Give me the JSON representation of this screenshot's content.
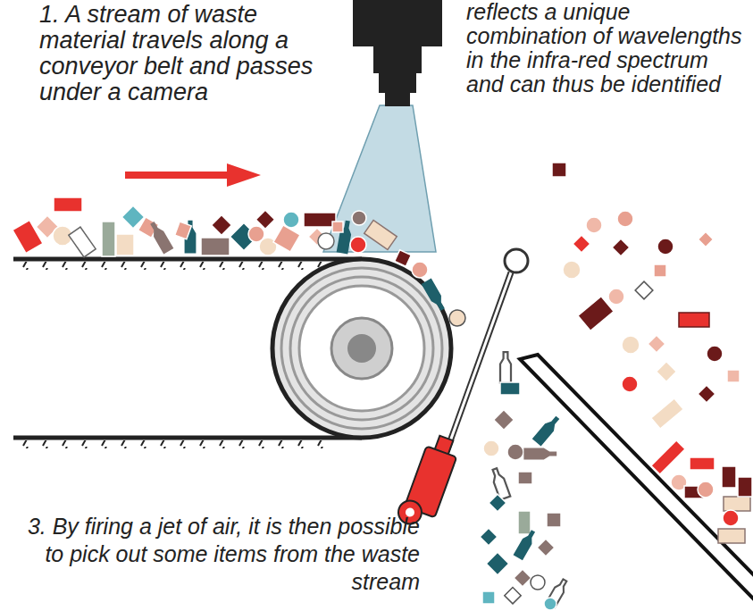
{
  "diagram": {
    "labels": [
      "1. A stream of waste material travels along a conveyor belt and passes under a camera",
      "reflects a unique combination of wavelengths in the infra-red spectrum and can thus be identified",
      "3. By firing a jet of air, it is then possible to pick out some items from the waste stream"
    ]
  }
}
